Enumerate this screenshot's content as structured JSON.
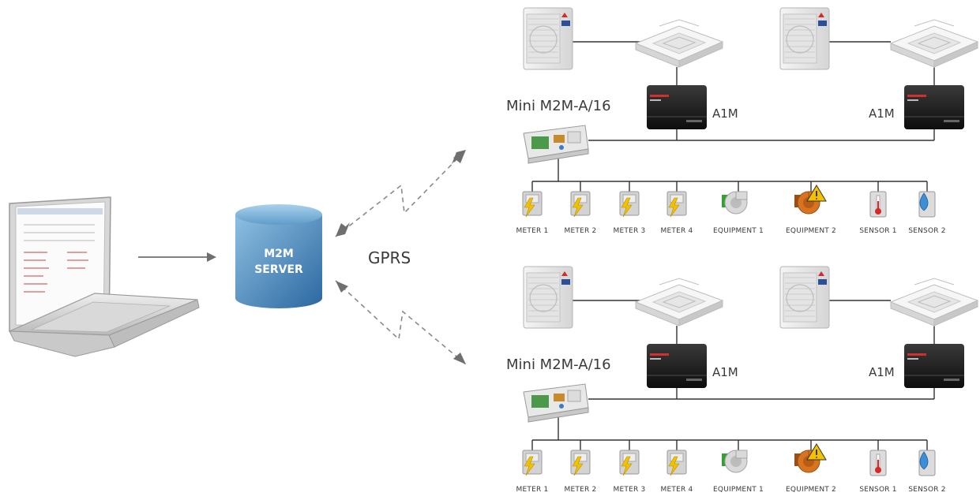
{
  "server": {
    "line1": "M2M",
    "line2": "SERVER"
  },
  "network_label": "GPRS",
  "sites": [
    {
      "controller_label": "Mini M2M-A/16",
      "interface_labels": [
        "A1M",
        "A1M"
      ],
      "devices": [
        "METER 1",
        "METER 2",
        "METER 3",
        "METER 4",
        "EQUIPMENT 1",
        "EQUIPMENT 2",
        "SENSOR 1",
        "SENSOR 2"
      ]
    },
    {
      "controller_label": "Mini M2M-A/16",
      "interface_labels": [
        "A1M",
        "A1M"
      ],
      "devices": [
        "METER 1",
        "METER 2",
        "METER 3",
        "METER 4",
        "EQUIPMENT 1",
        "EQUIPMENT 2",
        "SENSOR 1",
        "SENSOR 2"
      ]
    }
  ],
  "colors": {
    "server_top": "#7fb2d8",
    "server_bottom": "#2f6fa8",
    "arrow": "#6f6f6f",
    "warning": "#f2c200",
    "equipment_orange": "#d8741f"
  }
}
